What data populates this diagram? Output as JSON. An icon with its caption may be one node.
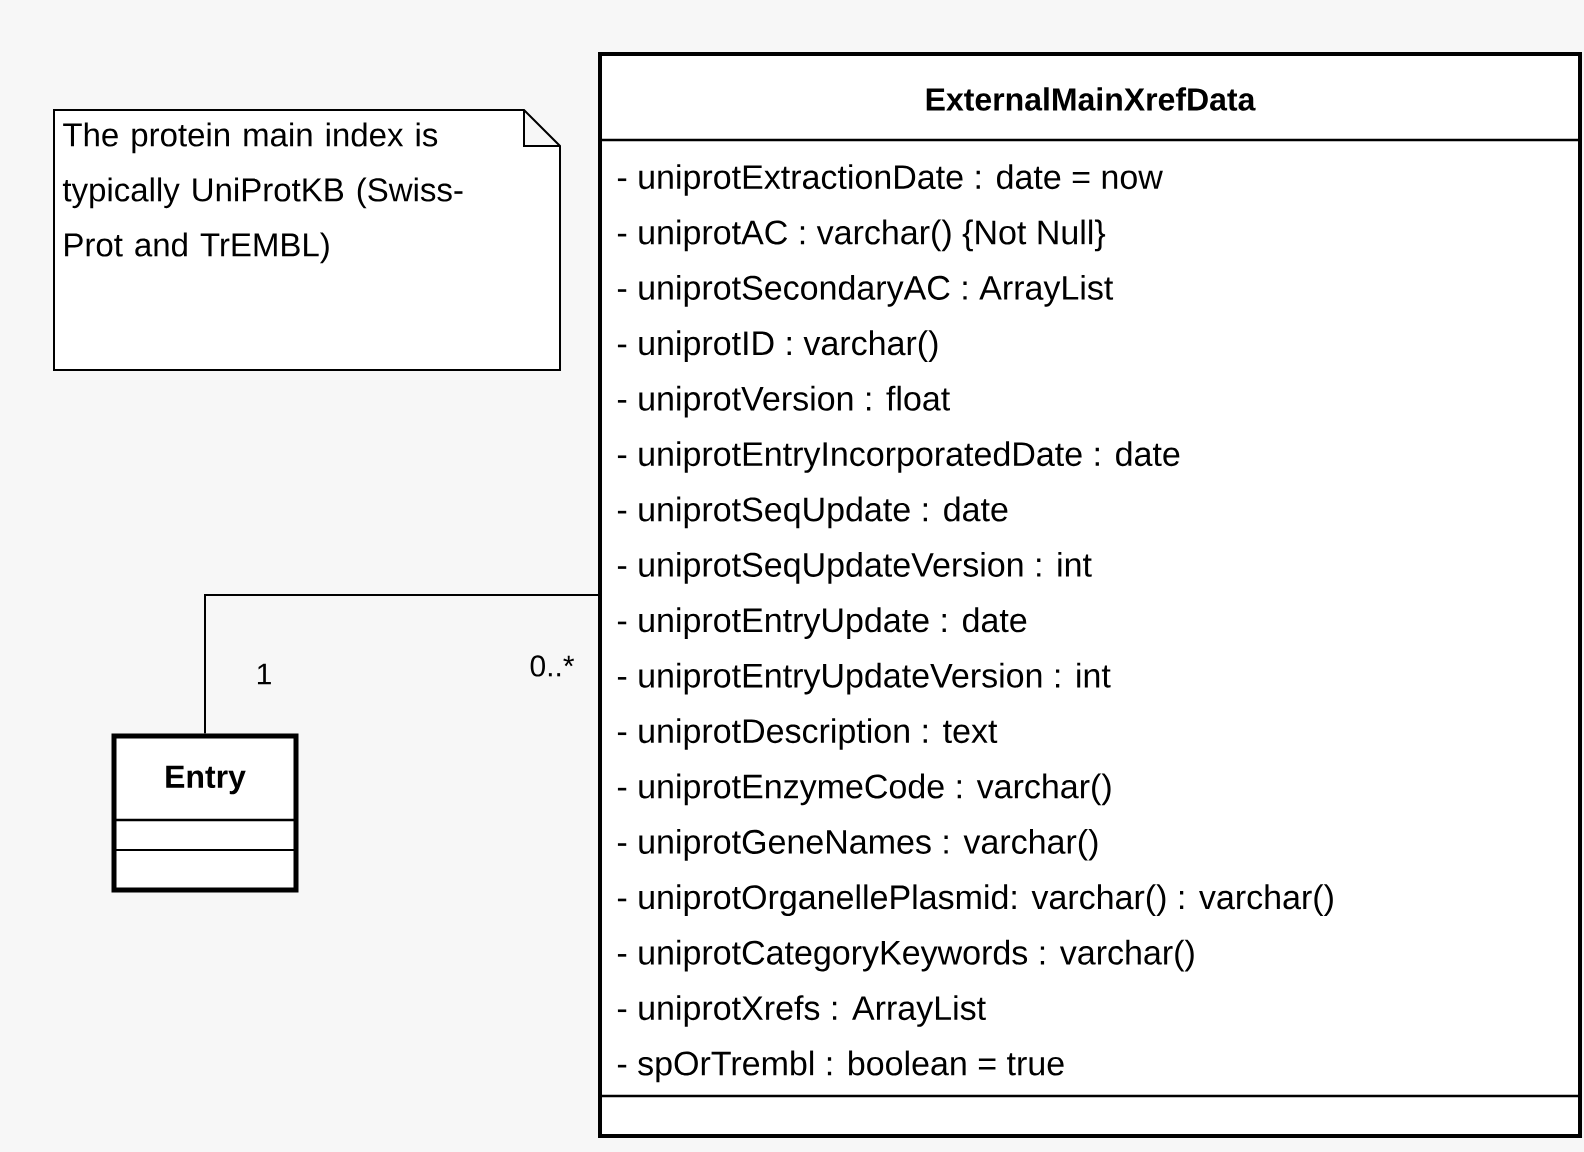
{
  "diagram": {
    "nodes": [
      {
        "text": [
          "The protein main index is typically UniProtKB (Swiss-Prot and TrEMBL)"
        ]
      },
      {
        "text": [
          "ExternalMainXrefData",
          "- uniprotExtractionDate : date = now",
          "- uniprotAC : varchar() {Not Null}",
          "- uniprotSecondaryAC : ArrayList",
          "- uniprotID : varchar()",
          "- uniprotVersion : float",
          "- uniprotEntryIncorporatedDate : date",
          "- uniprotSeqUpdate : date",
          "- uniprotSeqUpdateVersion : int",
          "- uniprotEntryUpdate : date",
          "- uniprotEntryUpdateVersion : int",
          "- uniprotDescription : text",
          "- uniprotEnzymeCode : varchar()",
          "- uniprotGeneNames : varchar()",
          "- uniprotOrganellePlasmid: varchar() : varchar()",
          "- uniprotCategoryKeywords : varchar()",
          "- uniprotXrefs : ArrayList",
          "- spOrTrembl : boolean = true"
        ]
      },
      {
        "text": [
          "Entry"
        ]
      }
    ],
    "edges": [
      {
        "from": 2,
        "to": 1,
        "arrow": "none"
      }
    ],
    "labels": [
      "1",
      "0..*"
    ]
  }
}
